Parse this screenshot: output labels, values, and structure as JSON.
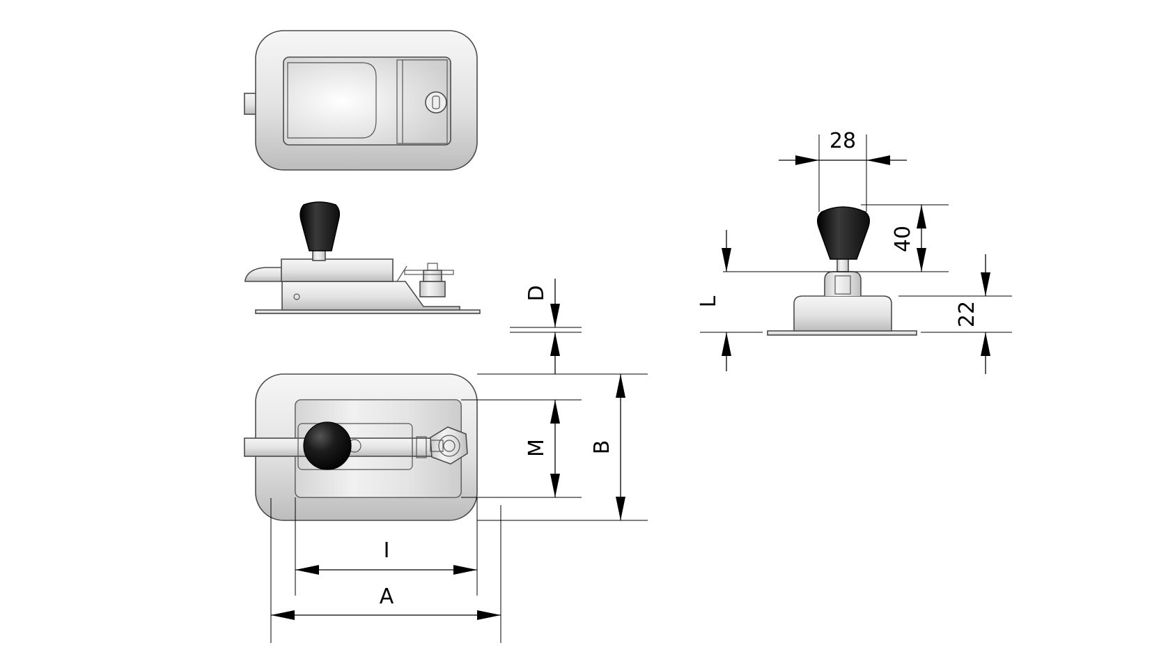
{
  "dimensions": {
    "knob_width": "28",
    "knob_height": "40",
    "base_height": "22",
    "label_L": "L",
    "label_D": "D",
    "label_M": "M",
    "label_B": "B",
    "label_I": "I",
    "label_A": "A"
  },
  "colors": {
    "line": "#000000",
    "knob": "#1e1e1e",
    "metal_light": "#f4f4f4",
    "metal_dark": "#bdbdbd"
  }
}
